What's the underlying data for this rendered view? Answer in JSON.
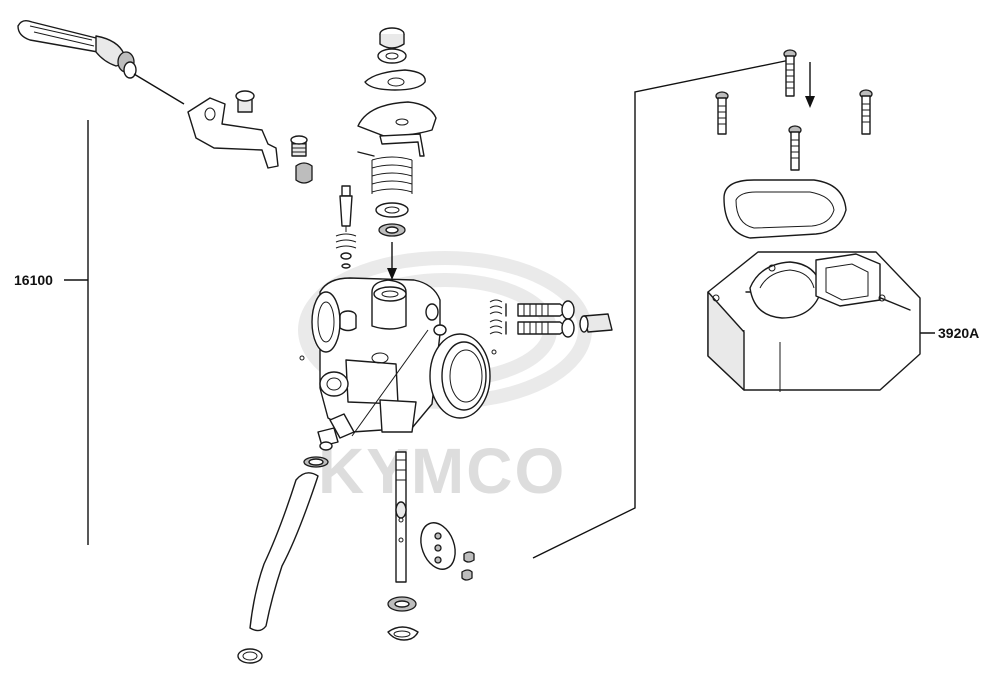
{
  "callouts": [
    {
      "id": "left",
      "label": "16100"
    },
    {
      "id": "right",
      "label": "3920A"
    }
  ],
  "watermark": {
    "brand": "KYMCO"
  },
  "colors": {
    "line": "#1a1a1a",
    "watermark": "#d8d8d8",
    "background": "#ffffff"
  }
}
